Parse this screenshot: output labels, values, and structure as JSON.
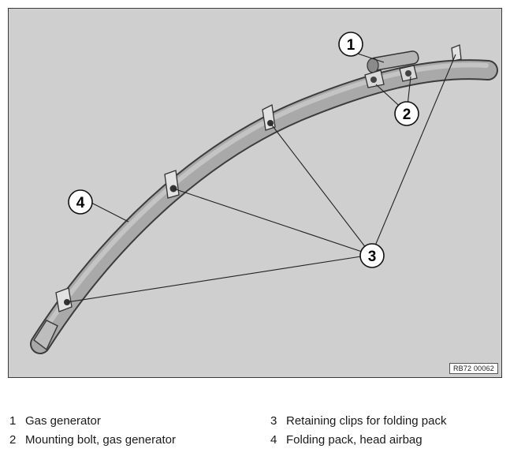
{
  "figure": {
    "reference_code": "RB72 00062",
    "callouts": [
      {
        "number": "1"
      },
      {
        "number": "2"
      },
      {
        "number": "3"
      },
      {
        "number": "4"
      }
    ]
  },
  "legend": {
    "items": [
      {
        "number": "1",
        "label": "Gas generator"
      },
      {
        "number": "2",
        "label": "Mounting bolt, gas generator"
      },
      {
        "number": "3",
        "label": "Retaining clips for folding pack"
      },
      {
        "number": "4",
        "label": "Folding pack, head airbag"
      }
    ]
  }
}
